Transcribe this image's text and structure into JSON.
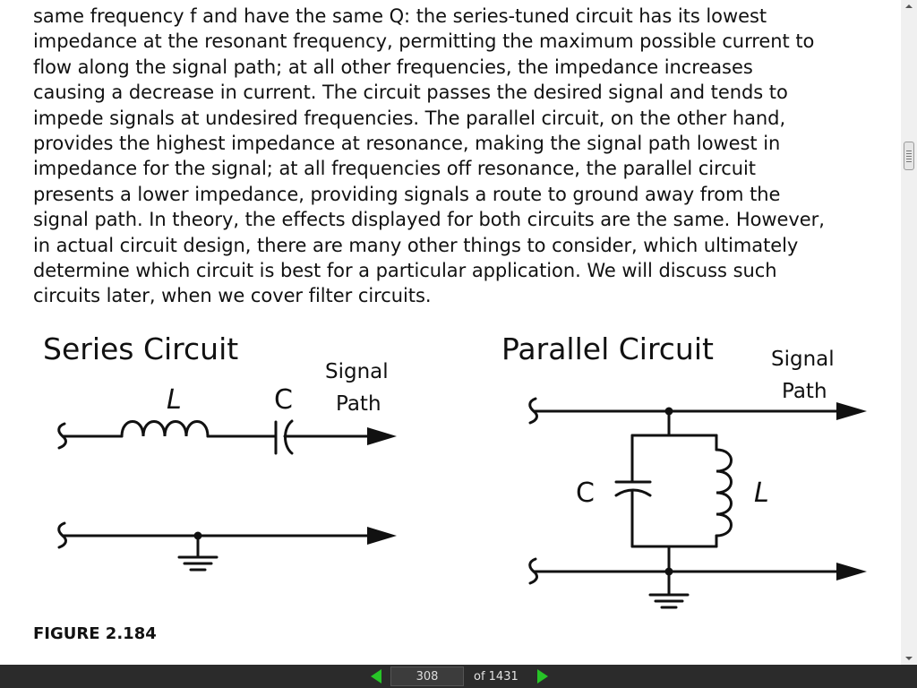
{
  "document": {
    "lines": [
      "same frequency f and have the same Q: the series-tuned circuit has its lowest",
      "impedance at the resonant frequency, permitting the maximum possible current to",
      "flow along the signal path; at all other frequencies, the impedance increases",
      "causing a decrease in current. The circuit passes the desired signal and tends to",
      "impede signals at undesired frequencies. The parallel circuit, on the other hand,",
      "provides the highest impedance at resonance, making the signal path lowest in",
      "impedance for the signal; at all frequencies off resonance, the parallel circuit",
      "presents a lower impedance, providing signals a route to ground away from the",
      "signal path. In theory, the effects displayed for both circuits are the same. However,",
      "in actual circuit design, there are many other things to consider, which ultimately",
      "determine which circuit is best for a particular application. We will discuss such",
      "circuits later, when we cover filter circuits."
    ],
    "figure": {
      "series_title": "Series Circuit",
      "parallel_title": "Parallel Circuit",
      "inductor_label": "L",
      "capacitor_label": "C",
      "signal_label": "Signal",
      "path_label": "Path",
      "caption": "FIGURE 2.184"
    }
  },
  "navigation": {
    "current_page": "308",
    "of_text": "of 1431"
  },
  "colors": {
    "nav_arrow": "#27c427",
    "nav_background": "#2b2b2b"
  }
}
